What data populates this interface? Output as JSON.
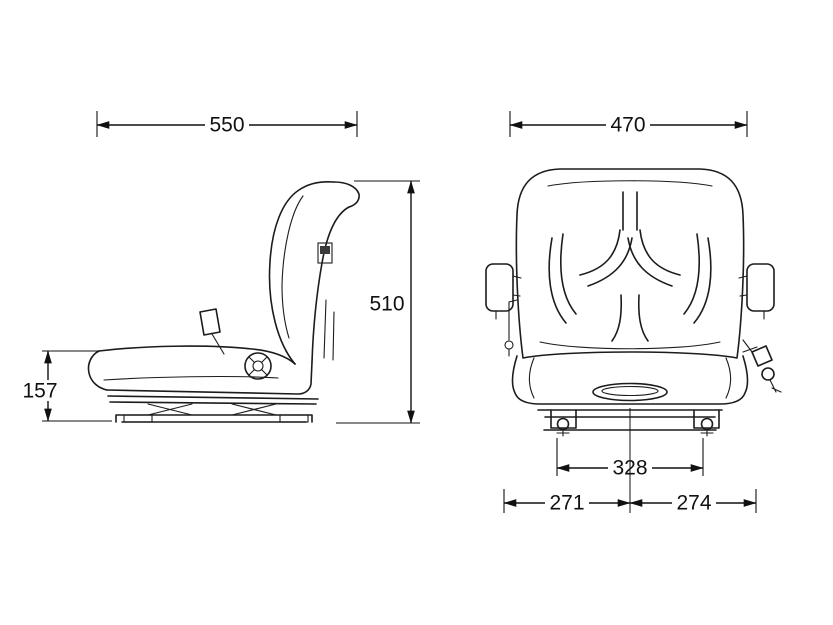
{
  "colors": {
    "line": "#1c1c1c",
    "background": "#ffffff"
  },
  "side_view": {
    "dims": {
      "width": "550",
      "height": "510",
      "base_height": "157"
    }
  },
  "front_view": {
    "dims": {
      "width": "470",
      "mount_spacing": "328",
      "left_offset": "271",
      "right_offset": "274"
    }
  }
}
